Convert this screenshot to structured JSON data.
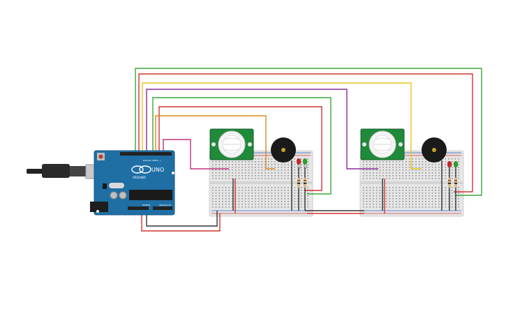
{
  "circuit": {
    "arduino": {
      "logo_text": "UNO",
      "brand_text": "ARDUINO",
      "digital_label": "DIGITAL (PWM ~)",
      "power_label": "POWER",
      "analog_label": "ANALOG IN"
    },
    "sensors": [
      "pir-sensor-1",
      "pir-sensor-2"
    ],
    "buzzers": [
      "buzzer-1",
      "buzzer-2"
    ],
    "led_colors": {
      "red": "#c62828",
      "green": "#2e9e2e"
    },
    "wire_colors": {
      "green": "#3aa63a",
      "red": "#d1332f",
      "yellow": "#e8c51c",
      "purple": "#8a2c9a",
      "orange": "#e08a1a",
      "magenta": "#c2307f",
      "black": "#333333"
    }
  }
}
